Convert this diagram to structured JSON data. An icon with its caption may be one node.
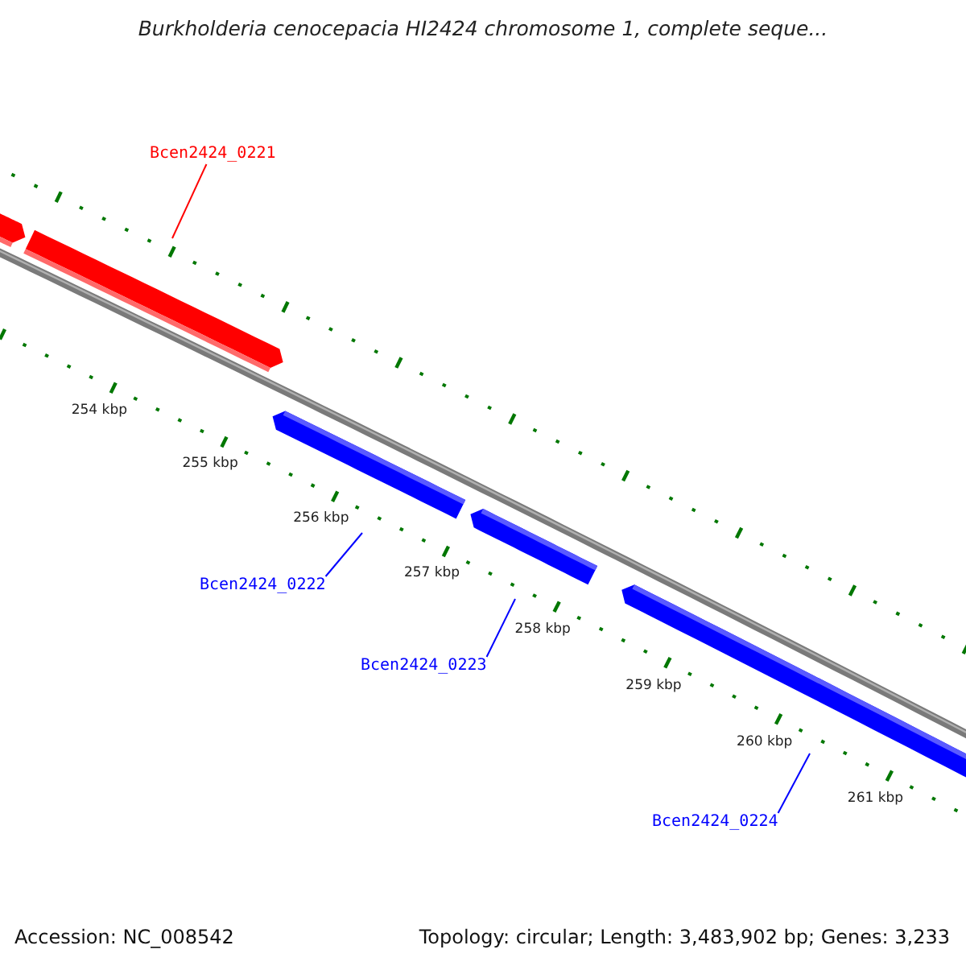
{
  "diagram": {
    "title": "Burkholderia cenocepacia HI2424 chromosome 1, complete seque...",
    "nodes": [
      {
        "text": [
          "Bcen2424_0221"
        ]
      },
      {
        "text": [
          "Bcen2424_0222"
        ]
      },
      {
        "text": [
          "Bcen2424_0223"
        ]
      },
      {
        "text": [
          "Bcen2424_0224"
        ]
      }
    ],
    "edges": [
      {
        "from": 0,
        "to": null,
        "arrow": "none",
        "color": "#ff0000"
      },
      {
        "from": 1,
        "to": null,
        "arrow": "none"
      },
      {
        "from": 2,
        "to": null,
        "arrow": "none"
      },
      {
        "from": 3,
        "to": null,
        "arrow": "none"
      }
    ],
    "labels": [
      "254 kbp",
      "255 kbp",
      "256 kbp",
      "257 kbp",
      "258 kbp",
      "259 kbp",
      "260 kbp",
      "261 kbp",
      "Accession: NC_008542",
      "Topology: circular; Length: 3,483,902 bp; Genes: 3,233"
    ]
  }
}
